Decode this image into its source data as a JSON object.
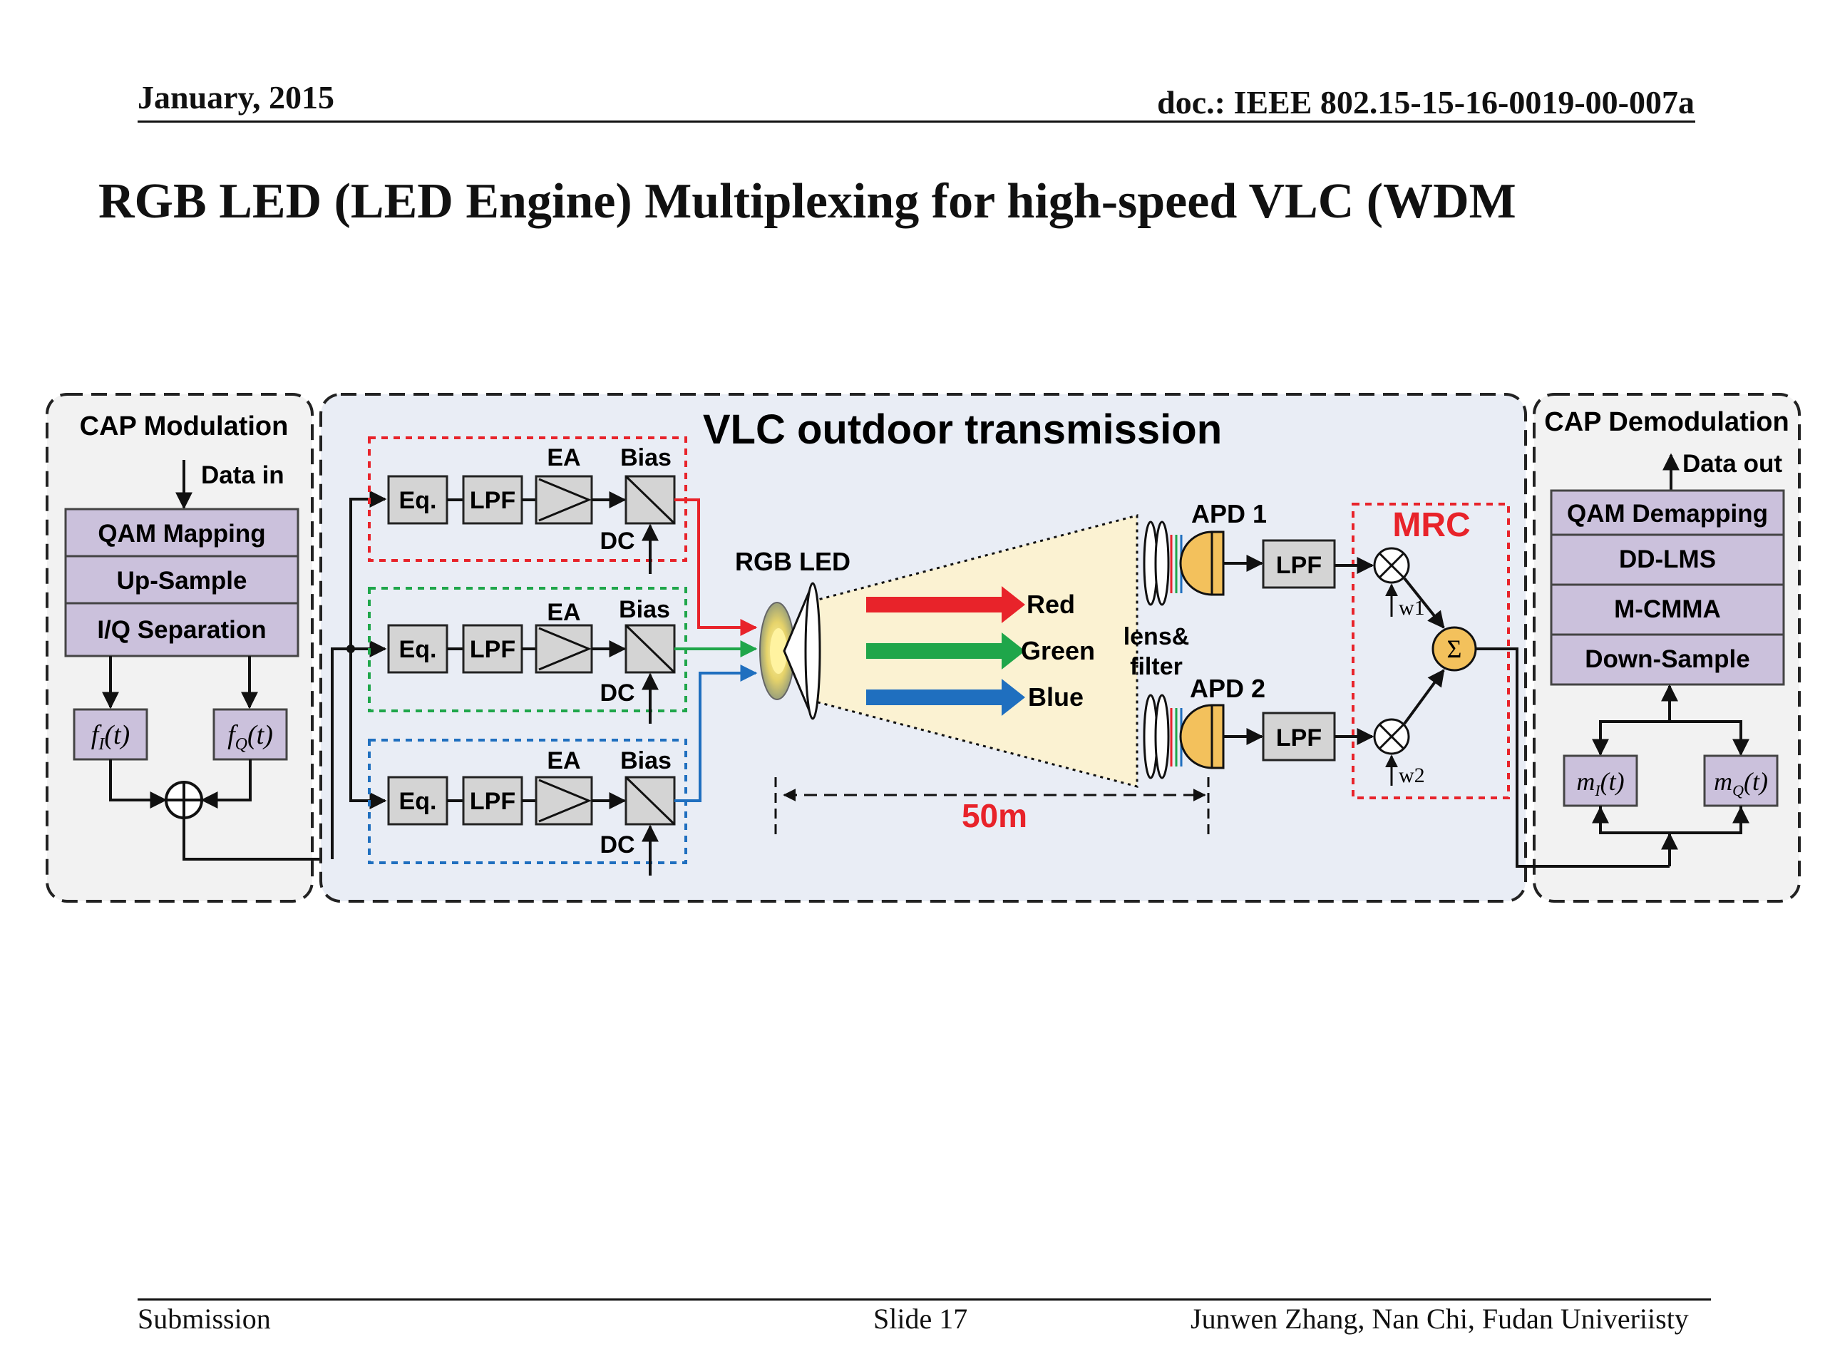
{
  "header": {
    "date": "January, 2015",
    "doc": "doc.: IEEE 802.15-15-16-0019-00-007a"
  },
  "title": "RGB LED (LED Engine) Multiplexing for high-speed VLC (WDM",
  "footer": {
    "left": "Submission",
    "center": "Slide 17",
    "right": "Junwen Zhang, Nan Chi, Fudan Univeriisty"
  },
  "diagram": {
    "cap_mod": {
      "title": "CAP Modulation",
      "data_in": "Data in",
      "steps": [
        "QAM Mapping",
        "Up-Sample",
        "I/Q Separation"
      ],
      "fi": "f",
      "fi_sub": "I",
      "fq": "f",
      "fq_sub": "Q",
      "t_arg": "(t)"
    },
    "vlc": {
      "title": "VLC outdoor transmission",
      "eq": "Eq.",
      "lpf": "LPF",
      "ea": "EA",
      "bias": "Bias",
      "dc": "DC",
      "rgb_led": "RGB LED",
      "red": "Red",
      "green": "Green",
      "blue": "Blue",
      "lens1": "lens&",
      "lens2": "filter",
      "apd1": "APD 1",
      "apd2": "APD 2",
      "mrc": "MRC",
      "w1": "w1",
      "w2": "w2",
      "sigma": "Σ",
      "distance": "50m"
    },
    "cap_demod": {
      "title": "CAP Demodulation",
      "data_out": "Data out",
      "steps": [
        "QAM Demapping",
        "DD-LMS",
        "M-CMMA",
        "Down-Sample"
      ],
      "mi": "m",
      "mi_sub": "I",
      "mq": "m",
      "mq_sub": "Q",
      "t_arg": "(t)"
    },
    "colors": {
      "red": "#e8232a",
      "green": "#1fa64a",
      "blue": "#1f6fbf",
      "purple_box": "#cbc1dc",
      "gray_box": "#d4d4d4",
      "panel_bg": "#e9edf5",
      "side_bg": "#f2f2f2",
      "mrc_red": "#e8232a",
      "beam": "#fbf2d2",
      "apd_orange": "#f3c15c"
    }
  }
}
